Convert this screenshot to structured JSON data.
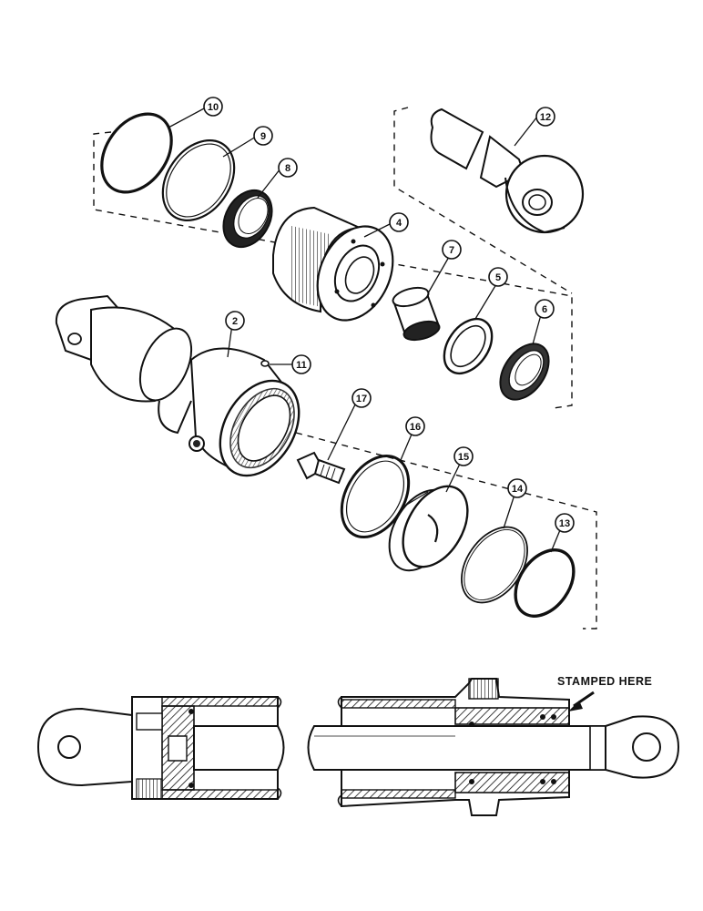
{
  "callouts": [
    {
      "id": "2",
      "label": "2"
    },
    {
      "id": "4",
      "label": "4"
    },
    {
      "id": "5",
      "label": "5"
    },
    {
      "id": "6",
      "label": "6"
    },
    {
      "id": "7",
      "label": "7"
    },
    {
      "id": "8",
      "label": "8"
    },
    {
      "id": "9",
      "label": "9"
    },
    {
      "id": "10",
      "label": "10"
    },
    {
      "id": "11",
      "label": "11"
    },
    {
      "id": "12",
      "label": "12"
    },
    {
      "id": "13",
      "label": "13"
    },
    {
      "id": "14",
      "label": "14"
    },
    {
      "id": "15",
      "label": "15"
    },
    {
      "id": "16",
      "label": "16"
    },
    {
      "id": "17",
      "label": "17"
    }
  ],
  "section_view": {
    "stamp_note": "STAMPED HERE"
  },
  "colors": {
    "ink": "#111111",
    "paper": "#ffffff",
    "shade": "#555555"
  }
}
